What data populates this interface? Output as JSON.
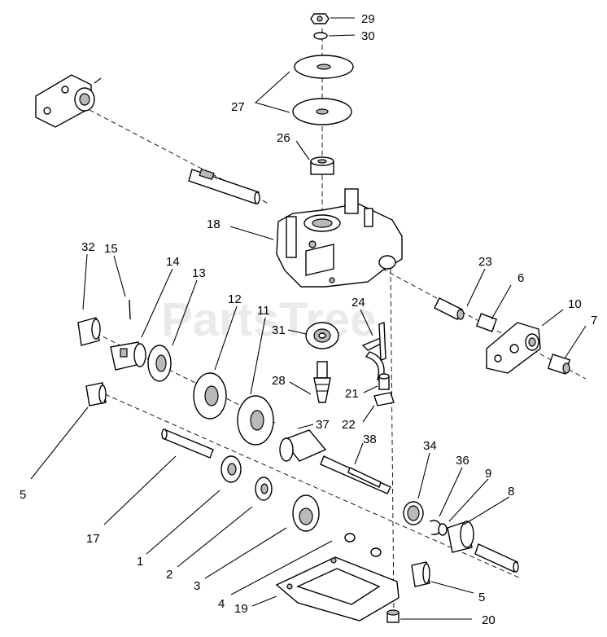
{
  "watermark": "PartsTree",
  "callouts": [
    "29",
    "30",
    "27",
    "26",
    "18",
    "32",
    "15",
    "14",
    "13",
    "12",
    "11",
    "31",
    "24",
    "23",
    "6",
    "10",
    "7",
    "28",
    "21",
    "22",
    "37",
    "38",
    "34",
    "36",
    "9",
    "8",
    "5",
    "17",
    "1",
    "2",
    "3",
    "4",
    "19",
    "5",
    "20"
  ]
}
